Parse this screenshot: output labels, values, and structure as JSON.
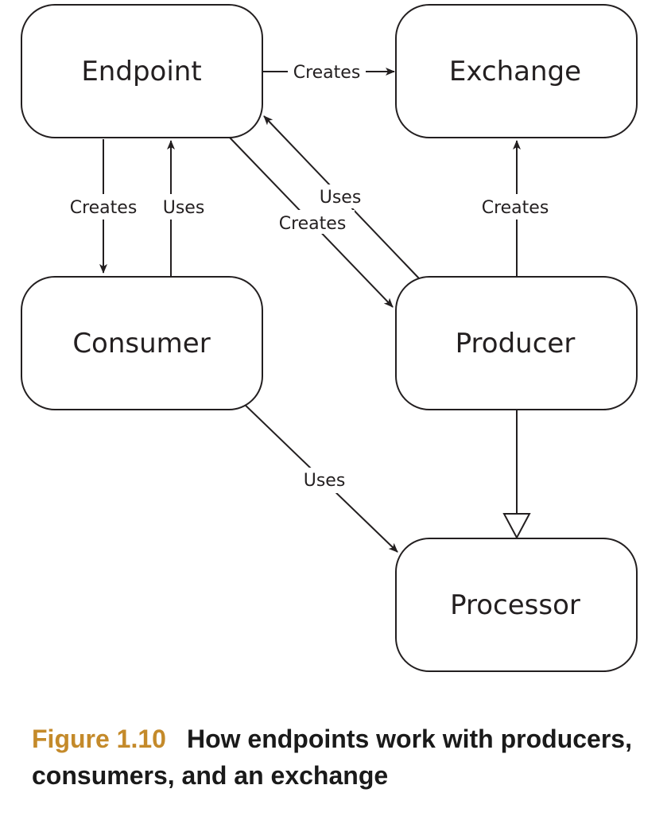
{
  "diagram": {
    "nodes": {
      "endpoint": "Endpoint",
      "exchange": "Exchange",
      "consumer": "Consumer",
      "producer": "Producer",
      "processor": "Processor"
    },
    "edges": {
      "endpoint_to_exchange": "Creates",
      "endpoint_to_consumer": "Creates",
      "consumer_to_endpoint": "Uses",
      "producer_to_endpoint": "Uses",
      "endpoint_to_producer": "Creates",
      "producer_to_exchange": "Creates",
      "consumer_to_processor": "Uses"
    }
  },
  "caption": {
    "figure_number": "Figure 1.10",
    "text": "How endpoints work with producers, consumers, and an exchange"
  },
  "colors": {
    "line": "#231f20",
    "caption_accent": "#c48a2a"
  }
}
